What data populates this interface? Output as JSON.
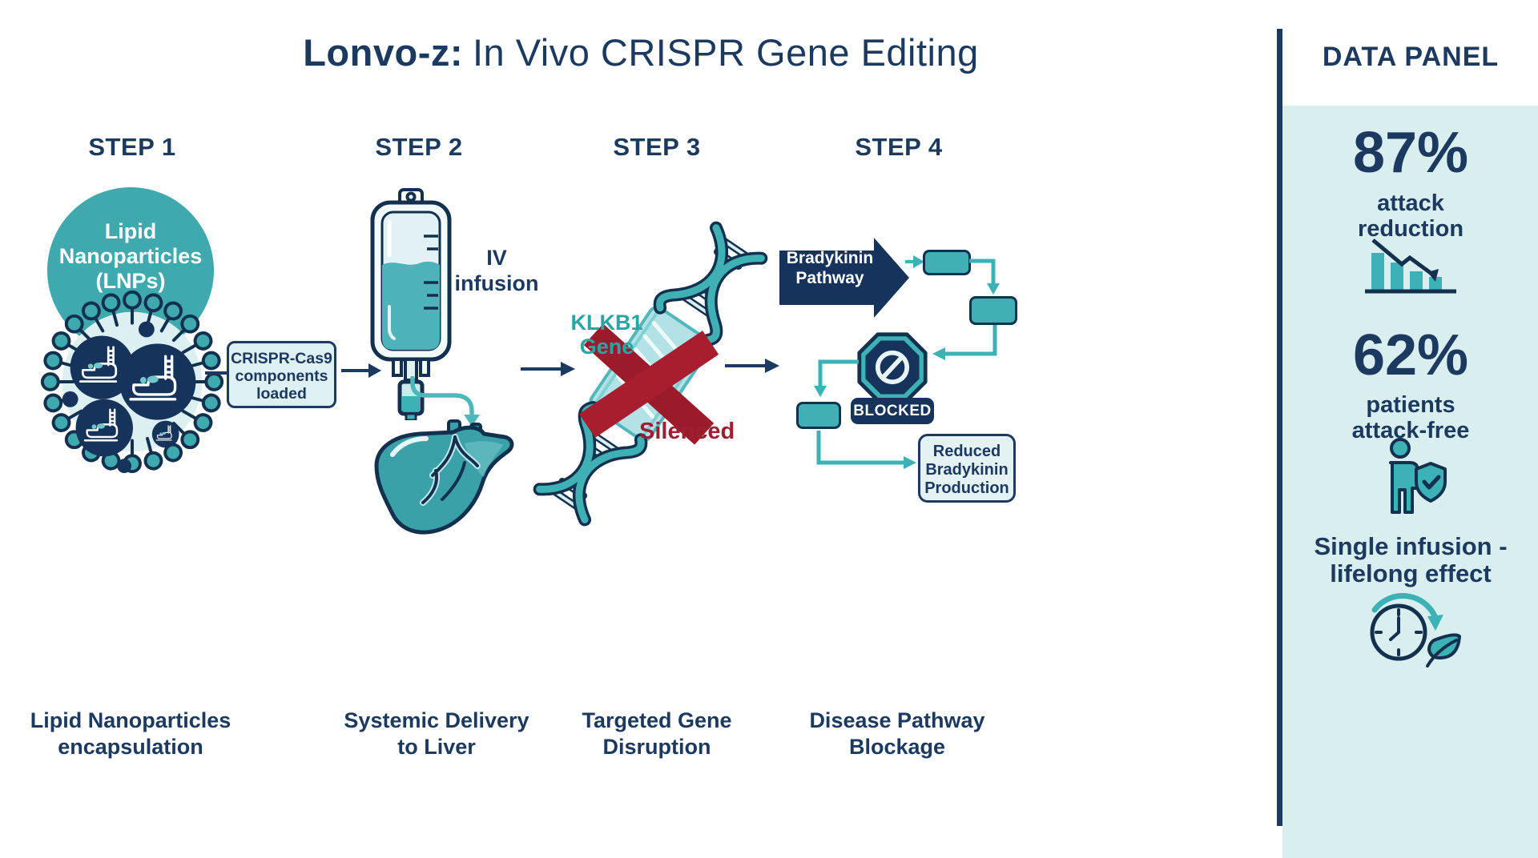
{
  "title": {
    "brand": "Lonvo-z:",
    "rest": "In Vivo CRISPR Gene Editing"
  },
  "steps": {
    "s1": {
      "heading": "STEP 1",
      "caption": [
        "Lipid Nanoparticles",
        "encapsulation"
      ]
    },
    "s2": {
      "heading": "STEP 2",
      "caption": [
        "Systemic Delivery",
        "to Liver"
      ]
    },
    "s3": {
      "heading": "STEP 3",
      "caption": [
        "Targeted Gene",
        "Disruption"
      ]
    },
    "s4": {
      "heading": "STEP 4",
      "caption": [
        "Disease Pathway",
        "Blockage"
      ]
    }
  },
  "step1": {
    "bubble": [
      "Lipid",
      "Nanoparticles",
      "(LNPs)"
    ],
    "box": [
      "CRISPR-Cas9",
      "components",
      "loaded"
    ],
    "icon": "lipid-nanoparticle-icon"
  },
  "step2": {
    "label": [
      "IV",
      "infusion"
    ],
    "icons": [
      "iv-bag-icon",
      "liver-icon"
    ]
  },
  "step3": {
    "gene": [
      "KLKB1",
      "Gene"
    ],
    "silenced": "Silenced",
    "icons": [
      "dna-helix-icon",
      "red-x-icon"
    ]
  },
  "step4": {
    "pathway": [
      "Bradykinin",
      "Pathway"
    ],
    "blocked": "BLOCKED",
    "reduced": [
      "Reduced",
      "Bradykinin",
      "Production"
    ],
    "icons": [
      "stop-octagon-icon"
    ]
  },
  "panel": {
    "title": "DATA PANEL",
    "stat1": {
      "value": "87%",
      "caption": [
        "attack",
        "reduction"
      ],
      "icon": "declining-bar-chart-icon"
    },
    "stat2": {
      "value": "62%",
      "caption": [
        "patients",
        "attack-free"
      ],
      "icon": "patient-shield-icon"
    },
    "note": [
      "Single infusion -",
      "lifelong effect"
    ],
    "note_icon": "clock-leaf-icon"
  },
  "colors": {
    "navy": "#1c3a60",
    "icon_navy": "#14304f",
    "teal": "#3fa9ad",
    "teal_bright": "#3cb2b6",
    "light_teal": "#dcf0f2",
    "panel_bg": "#d9eeee",
    "box_bg": "#dff0f2",
    "red": "#a81e2e",
    "red_text": "#9e1f31",
    "gene_teal": "#2aa5a6"
  }
}
